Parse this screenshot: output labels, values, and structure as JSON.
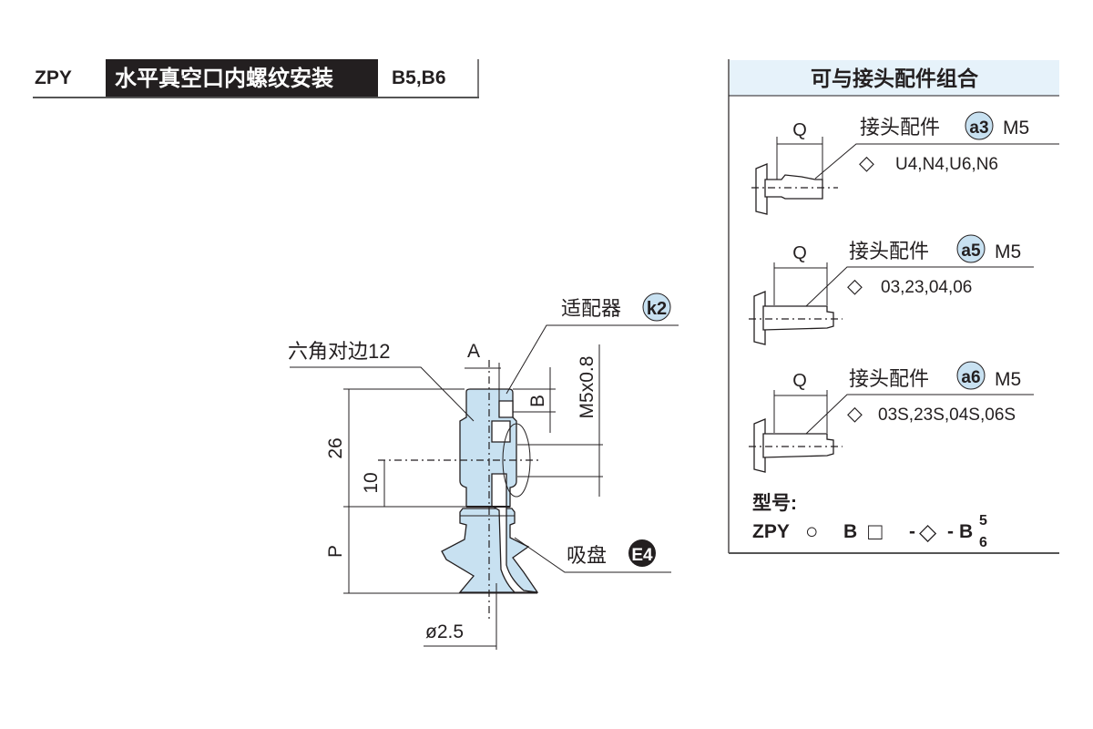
{
  "header": {
    "series": "ZPY",
    "title": "水平真空口内螺纹安装",
    "codes": "B5,B6"
  },
  "drawing": {
    "hex_label": "六角对边12",
    "adapter_label": "适配器",
    "adapter_badge": "k2",
    "pad_label": "吸盘",
    "pad_badge": "E4",
    "dim_a": "A",
    "dim_b": "B",
    "dim_thread": "M5x0.8",
    "dim_26": "26",
    "dim_10": "10",
    "dim_p": "P",
    "dim_bore": "ø2.5"
  },
  "panel": {
    "title": "可与接头配件组合",
    "fittings": [
      {
        "dim": "Q",
        "label": "接头配件",
        "badge": "a3",
        "thread": "M5",
        "symbol": "◇",
        "options": "U4,N4,U6,N6"
      },
      {
        "dim": "Q",
        "label": "接头配件",
        "badge": "a5",
        "thread": "M5",
        "symbol": "◇",
        "options": "03,23,04,06"
      },
      {
        "dim": "Q",
        "label": "接头配件",
        "badge": "a6",
        "thread": "M5",
        "symbol": "◇",
        "options": "03S,23S,04S,06S"
      }
    ],
    "model_label": "型号:",
    "model_prefix": "ZPY",
    "model_circle": "○",
    "model_b": "B",
    "model_square": "□",
    "model_dash1": "-",
    "model_diamond": "◇",
    "model_dash2": "-",
    "model_b2": "B",
    "model_sup": "5",
    "model_sub": "6"
  },
  "colors": {
    "part_fill": "#c8e1f1",
    "panel_header": "#e6f2fa",
    "ink": "#231f20"
  }
}
